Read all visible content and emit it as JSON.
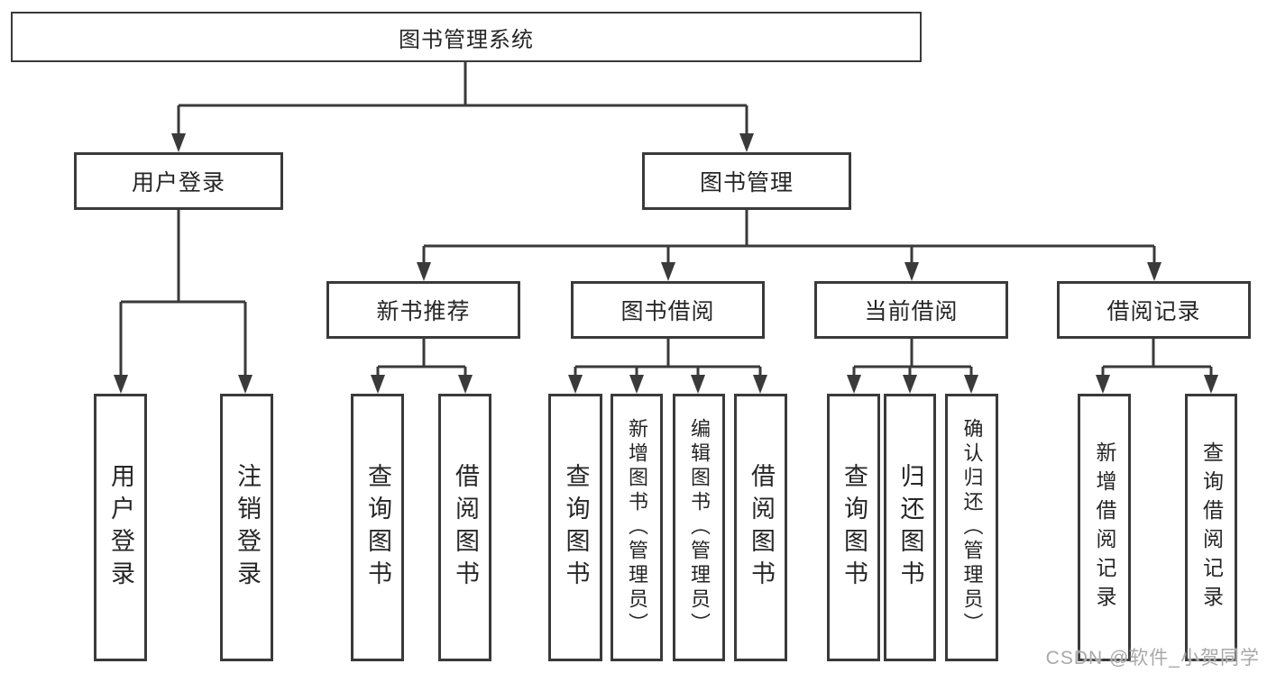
{
  "tree": {
    "root": {
      "label": "图书管理系统",
      "children": [
        {
          "label": "用户登录",
          "children": [
            {
              "label": "用户登录"
            },
            {
              "label": "注销登录"
            }
          ]
        },
        {
          "label": "图书管理",
          "children": [
            {
              "label": "新书推荐",
              "children": [
                {
                  "label": "查询图书"
                },
                {
                  "label": "借阅图书"
                }
              ]
            },
            {
              "label": "图书借阅",
              "children": [
                {
                  "label": "查询图书"
                },
                {
                  "label": "新增图书（管理员）"
                },
                {
                  "label": "编辑图书（管理员）"
                },
                {
                  "label": "借阅图书"
                }
              ]
            },
            {
              "label": "当前借阅",
              "children": [
                {
                  "label": "查询图书"
                },
                {
                  "label": "归还图书"
                },
                {
                  "label": "确认归还（管理员）"
                }
              ]
            },
            {
              "label": "借阅记录",
              "children": [
                {
                  "label": "新增借阅记录"
                },
                {
                  "label": "查询借阅记录"
                }
              ]
            }
          ]
        }
      ]
    }
  },
  "watermark": "CSDN @软件_小贺同学",
  "colors": {
    "line": "#3a3a3a",
    "box_border": "#3a3a3a",
    "text": "#262626",
    "watermark_text": "#a8a8a8",
    "background": "#ffffff"
  }
}
